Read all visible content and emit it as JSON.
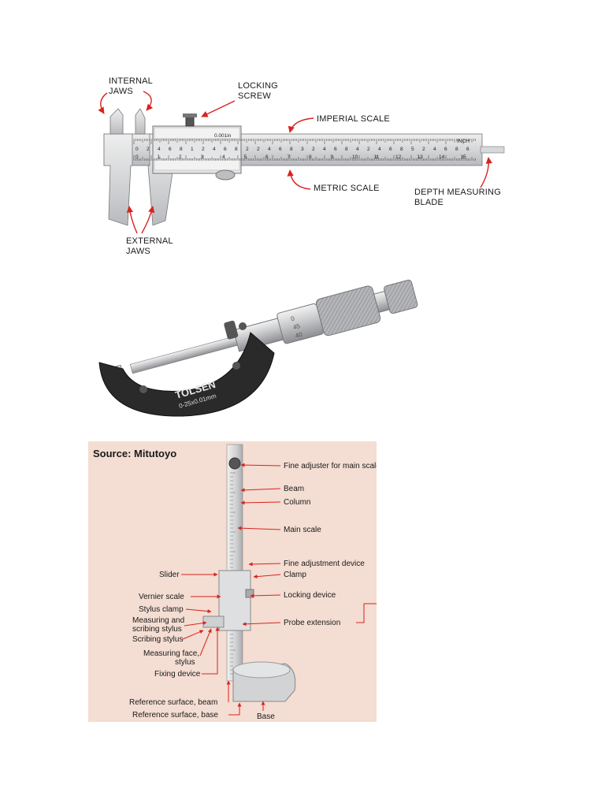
{
  "caliper": {
    "labels": {
      "internal_jaws": [
        "INTERNAL",
        "JAWS"
      ],
      "locking_screw": [
        "LOCKING",
        "SCREW"
      ],
      "imperial_scale": "IMPERIAL SCALE",
      "metric_scale": "METRIC SCALE",
      "external_jaws": [
        "EXTERNAL",
        "JAWS"
      ],
      "depth_blade": [
        "DEPTH MEASURING",
        "BLADE"
      ]
    },
    "scale_texts": {
      "resolution": "0.001in",
      "inch_unit": "INCH",
      "imperial_ticks": [
        "0",
        "2",
        "4",
        "6",
        "8",
        "1",
        "2",
        "4",
        "6",
        "8",
        "2",
        "2",
        "4",
        "6",
        "8",
        "3",
        "2",
        "4",
        "6",
        "8",
        "4",
        "2",
        "4",
        "6",
        "8",
        "5",
        "2",
        "4",
        "6",
        "8",
        "6"
      ],
      "metric_ticks": [
        "0",
        "1",
        "2",
        "3",
        "4",
        "5",
        "6",
        "7",
        "8",
        "9",
        "10",
        "11",
        "12",
        "13",
        "14",
        "15"
      ]
    }
  },
  "micrometer": {
    "brand": "TOLSEN",
    "range": "0-25x0.01mm",
    "thimble_marks": [
      "0",
      "45",
      "40"
    ]
  },
  "height_gauge": {
    "source": "Source: Mitutoyo",
    "right_labels": [
      "Fine adjuster for main scale",
      "Beam",
      "Column",
      "Main scale",
      "Fine adjustment device",
      "Clamp",
      "Locking device",
      "Probe extension"
    ],
    "left_labels": {
      "slider": "Slider",
      "vernier_scale": "Vernier scale",
      "stylus_clamp": "Stylus clamp",
      "measuring_scribing": [
        "Measuring and",
        "scribing stylus"
      ],
      "scribing_stylus": "Scribing stylus",
      "measuring_face": [
        "Measuring face,",
        "stylus"
      ],
      "fixing_device": "Fixing device",
      "ref_beam": "Reference surface, beam",
      "ref_base": "Reference surface, base"
    },
    "base_label": "Base"
  },
  "colors": {
    "arrow": "#d8231f",
    "panel_bg": "#f4ddd2",
    "metal": "#c9cacc",
    "micrometer_frame": "#2a2a2a"
  }
}
